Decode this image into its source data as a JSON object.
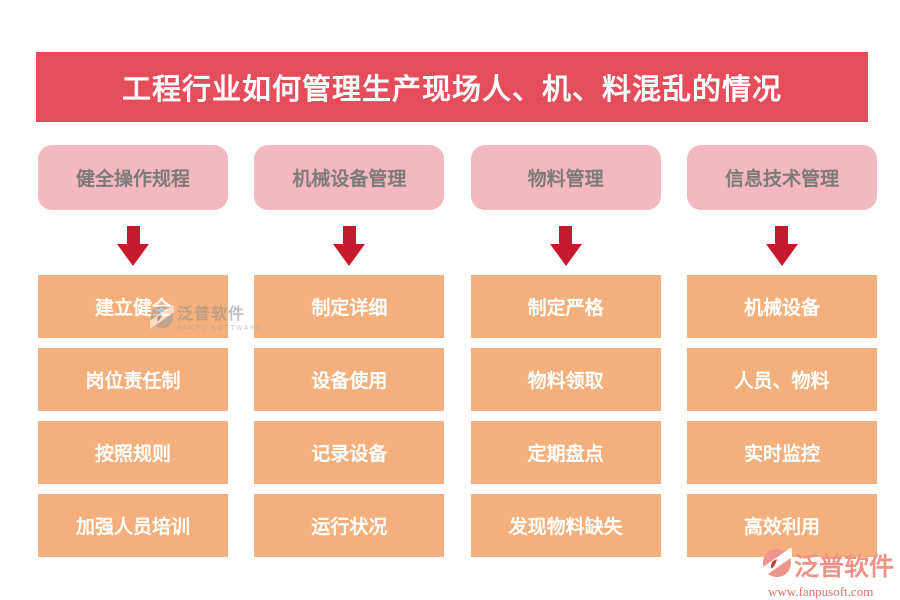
{
  "title": "工程行业如何管理生产现场人、机、料混乱的情况",
  "columns": [
    {
      "header": "健全操作规程",
      "items": [
        "建立健全",
        "岗位责任制",
        "按照规则",
        "加强人员培训"
      ]
    },
    {
      "header": "机械设备管理",
      "items": [
        "制定详细",
        "设备使用",
        "记录设备",
        "运行状况"
      ]
    },
    {
      "header": "物料管理",
      "items": [
        "制定严格",
        "物料领取",
        "定期盘点",
        "发现物料缺失"
      ]
    },
    {
      "header": "信息技术管理",
      "items": [
        "机械设备",
        "人员、物料",
        "实时监控",
        "高效利用"
      ]
    }
  ],
  "watermark": {
    "name": "泛普软件",
    "subtitle": "FANPU SOFTWARE"
  },
  "logo": {
    "name": "泛普软件",
    "url": "www.fanpusoft.com"
  },
  "colors": {
    "banner_bg": "#e64d5c",
    "banner_text": "#ffffff",
    "header_bg": "#f4b9c0",
    "header_text": "#7e7a7a",
    "arrow": "#c6192e",
    "item_bg": "#f4b07c",
    "item_text": "#ffffff",
    "logo_name": "#ef938a",
    "logo_url": "#e0746b"
  }
}
